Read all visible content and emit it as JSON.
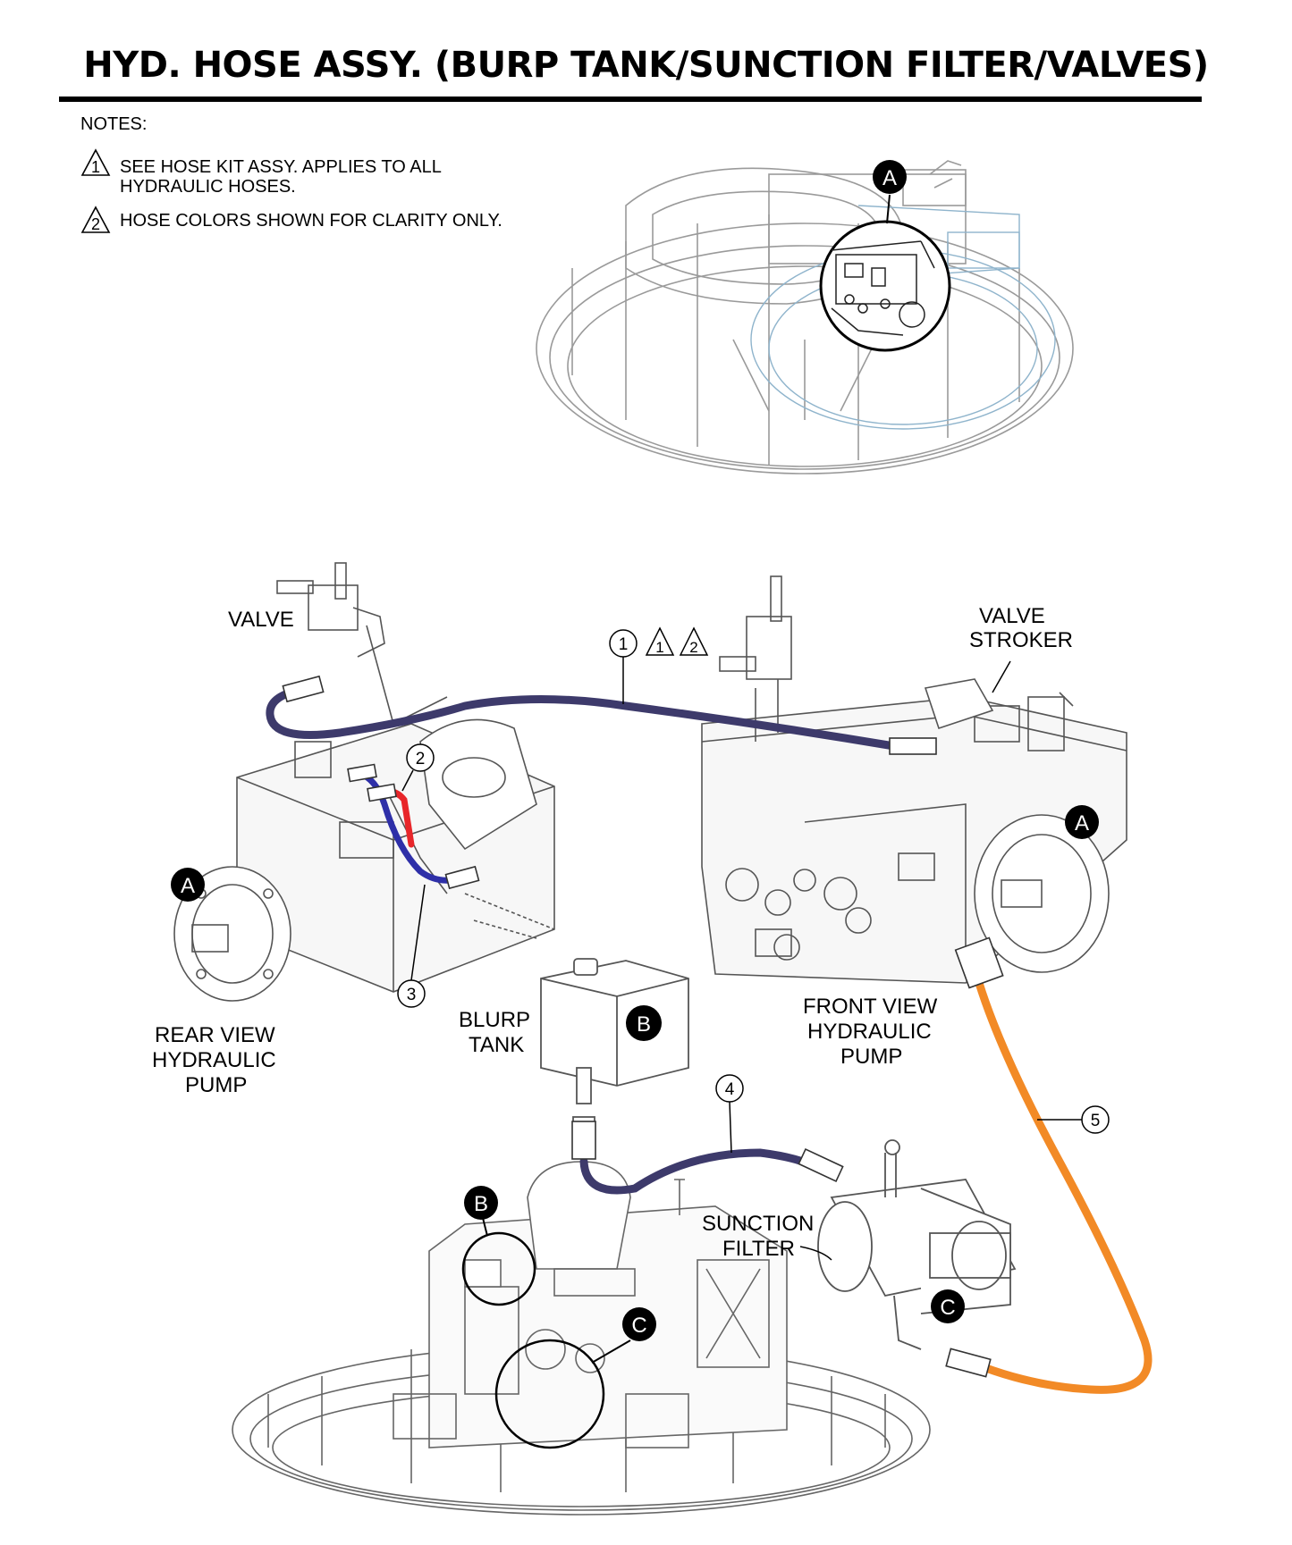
{
  "title": "HYD. HOSE ASSY. (BURP TANK/SUNCTION FILTER/VALVES)",
  "notes": {
    "heading": "NOTES:",
    "items": [
      {
        "marker": "1",
        "line1": "SEE HOSE KIT ASSY.  APPLIES TO ALL",
        "line2": "HYDRAULIC HOSES."
      },
      {
        "marker": "2",
        "line1": "HOSE COLORS SHOWN FOR CLARITY ONLY.",
        "line2": ""
      }
    ]
  },
  "labels": {
    "valve": "VALVE",
    "valve_stroker_1": "VALVE",
    "valve_stroker_2": "STROKER",
    "rear_view_1": "REAR VIEW",
    "rear_view_2": "HYDRAULIC",
    "rear_view_3": "PUMP",
    "front_view_1": "FRONT VIEW",
    "front_view_2": "HYDRAULIC",
    "front_view_3": "PUMP",
    "blurp_1": "BLURP",
    "blurp_2": "TANK",
    "suction_1": "SUNCTION",
    "suction_2": "FILTER"
  },
  "callouts": {
    "a": "A",
    "b": "B",
    "c": "C",
    "n1": "1",
    "n2": "2",
    "n3": "3",
    "n4": "4",
    "n5": "5",
    "t1": "1",
    "t2": "2"
  },
  "colors": {
    "hose_navy": "#3d3a6b",
    "hose_red": "#e8262a",
    "hose_blue": "#2e2fa8",
    "hose_orange": "#f28a26",
    "machine_line": "#8a8a8a",
    "highlight_blue": "#8fb4cc"
  }
}
